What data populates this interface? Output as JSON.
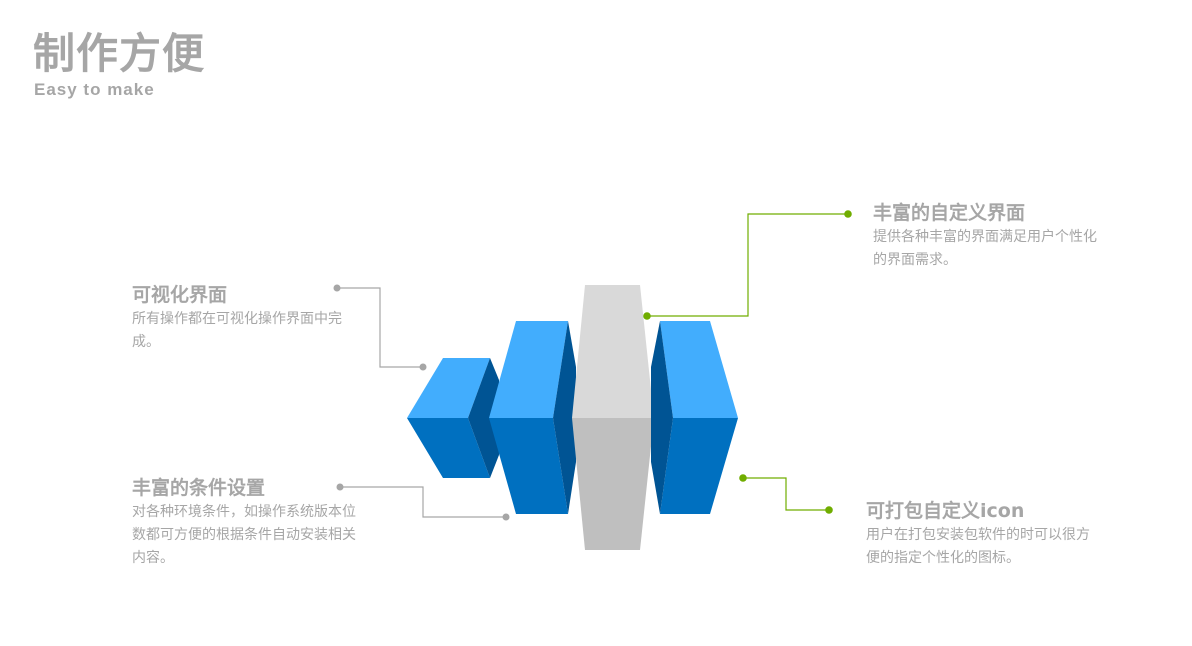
{
  "header": {
    "title": "制作方便",
    "subtitle": "Easy to make"
  },
  "items": [
    {
      "title": "可视化界面",
      "desc": "所有操作都在可视化操作界面中完成。"
    },
    {
      "title": "丰富的条件设置",
      "desc": "对各种环境条件，如操作系统版本位数都可方便的根据条件自动安装相关内容。"
    },
    {
      "title": "丰富的自定义界面",
      "desc": "提供各种丰富的界面满足用户个性化的界面需求。"
    },
    {
      "title": "可打包自定义icon",
      "desc": "用户在打包安装包软件的时可以很方便的指定个性化的图标。"
    }
  ],
  "colors": {
    "blue_top": "#42adfd",
    "blue_front": "#0070c0",
    "blue_side": "#005494",
    "gray_top": "#d9d9d9",
    "gray_bottom": "#bfbfbf",
    "green": "#70ad00",
    "connector_gray": "#a6a6a6",
    "text": "#a6a6a6"
  }
}
